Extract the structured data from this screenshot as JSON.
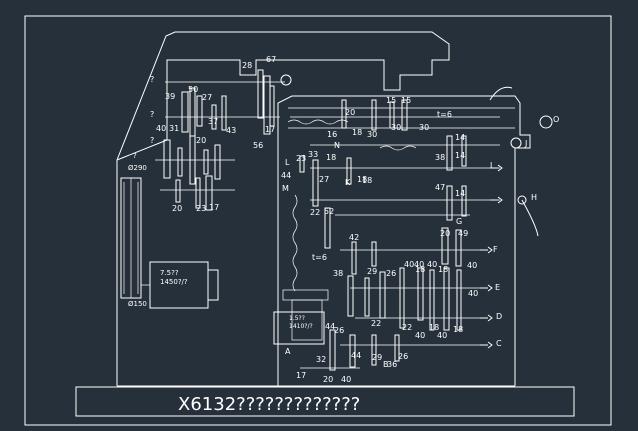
{
  "drawing": {
    "title": "X6132?????????????",
    "motor": {
      "line1": "7.5??",
      "line2": "1450?/?"
    },
    "motor2": {
      "line1": "1.5??",
      "line2": "1410?/?"
    },
    "pulley_top": "?",
    "pulley_top_dia": "Ø290",
    "pulley_bottom_dia": "Ø150"
  },
  "labels": [
    {
      "id": "q1",
      "t": "?"
    },
    {
      "id": "q2",
      "t": "?"
    },
    {
      "id": "q3",
      "t": "?"
    },
    {
      "id": "n28",
      "t": "28"
    },
    {
      "id": "n67",
      "t": "67"
    },
    {
      "id": "n50",
      "t": "50"
    },
    {
      "id": "n39",
      "t": "39"
    },
    {
      "id": "n27",
      "t": "27"
    },
    {
      "id": "n37",
      "t": "37"
    },
    {
      "id": "n43",
      "t": "43"
    },
    {
      "id": "n40",
      "t": "40"
    },
    {
      "id": "n31",
      "t": "31"
    },
    {
      "id": "n20a",
      "t": "20"
    },
    {
      "id": "n20b",
      "t": "20"
    },
    {
      "id": "n23a",
      "t": "23"
    },
    {
      "id": "n17a",
      "t": "17"
    },
    {
      "id": "n56",
      "t": "56"
    },
    {
      "id": "n17b",
      "t": "17"
    },
    {
      "id": "n20c",
      "t": "20"
    },
    {
      "id": "n30a",
      "t": "30"
    },
    {
      "id": "n15a",
      "t": "15"
    },
    {
      "id": "n15b",
      "t": "15"
    },
    {
      "id": "t6a",
      "t": "t=6"
    },
    {
      "id": "n30b",
      "t": "30"
    },
    {
      "id": "n30c",
      "t": "30"
    },
    {
      "id": "o",
      "t": "O"
    },
    {
      "id": "n16",
      "t": "16"
    },
    {
      "id": "n18a",
      "t": "18"
    },
    {
      "id": "N",
      "t": "N"
    },
    {
      "id": "n14a",
      "t": "14"
    },
    {
      "id": "n14b",
      "t": "14"
    },
    {
      "id": "n38",
      "t": "38"
    },
    {
      "id": "J",
      "t": "J"
    },
    {
      "id": "L",
      "t": "L"
    },
    {
      "id": "n33",
      "t": "33"
    },
    {
      "id": "n23b",
      "t": "23"
    },
    {
      "id": "n18b",
      "t": "18"
    },
    {
      "id": "n18c",
      "t": "18"
    },
    {
      "id": "n44a",
      "t": "44"
    },
    {
      "id": "n27b",
      "t": "27"
    },
    {
      "id": "K",
      "t": "K"
    },
    {
      "id": "I",
      "t": "I"
    },
    {
      "id": "M",
      "t": "M"
    },
    {
      "id": "n22a",
      "t": "22"
    },
    {
      "id": "n47",
      "t": "47"
    },
    {
      "id": "n14c",
      "t": "14"
    },
    {
      "id": "H",
      "t": "H"
    },
    {
      "id": "n52",
      "t": "52"
    },
    {
      "id": "G",
      "t": "G"
    },
    {
      "id": "n20d",
      "t": "20"
    },
    {
      "id": "n42",
      "t": "42"
    },
    {
      "id": "n49",
      "t": "49"
    },
    {
      "id": "F",
      "t": "F"
    },
    {
      "id": "t6b",
      "t": "t=6"
    },
    {
      "id": "n38b",
      "t": "38"
    },
    {
      "id": "n29a",
      "t": "29"
    },
    {
      "id": "n26a",
      "t": "26"
    },
    {
      "id": "n40b",
      "t": "40"
    },
    {
      "id": "n18d",
      "t": "18"
    },
    {
      "id": "n40c",
      "t": "40"
    },
    {
      "id": "n18e",
      "t": "18"
    },
    {
      "id": "E",
      "t": "E"
    },
    {
      "id": "n40d",
      "t": "40"
    },
    {
      "id": "n22b",
      "t": "22"
    },
    {
      "id": "D",
      "t": "D"
    },
    {
      "id": "n22c",
      "t": "22"
    },
    {
      "id": "n40e",
      "t": "40"
    },
    {
      "id": "n18f",
      "t": "18"
    },
    {
      "id": "n18g",
      "t": "18"
    },
    {
      "id": "n44b",
      "t": "44"
    },
    {
      "id": "n26b",
      "t": "26"
    },
    {
      "id": "C",
      "t": "C"
    },
    {
      "id": "A",
      "t": "A"
    },
    {
      "id": "n32",
      "t": "32"
    },
    {
      "id": "n44c",
      "t": "44"
    },
    {
      "id": "n29b",
      "t": "29"
    },
    {
      "id": "n26c",
      "t": "26"
    },
    {
      "id": "n17c",
      "t": "17"
    },
    {
      "id": "B",
      "t": "B"
    },
    {
      "id": "n36",
      "t": "36"
    },
    {
      "id": "n20e",
      "t": "20"
    },
    {
      "id": "n40f",
      "t": "40"
    },
    {
      "id": "n40g",
      "t": "40"
    },
    {
      "id": "n40h",
      "t": "40"
    },
    {
      "id": "n40i",
      "t": "40"
    },
    {
      "id": "n18h",
      "t": "18"
    }
  ]
}
